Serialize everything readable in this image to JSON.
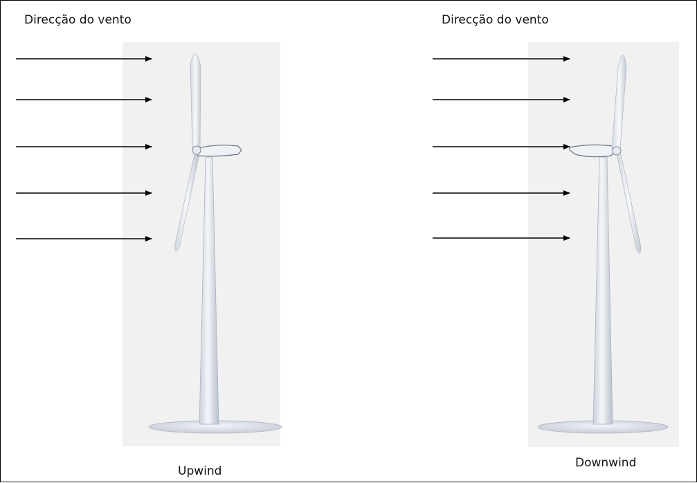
{
  "panels": [
    {
      "heading": "Direcção do vento",
      "label": "Upwind"
    },
    {
      "heading": "Direcção do vento",
      "label": "Downwind"
    }
  ],
  "colors": {
    "backdrop": "#f1f1f1",
    "arrow": "#000000",
    "turbine": "#e3e8ef"
  },
  "icons": {
    "arrow": "arrow-right-icon",
    "turbine": "wind-turbine-icon"
  }
}
